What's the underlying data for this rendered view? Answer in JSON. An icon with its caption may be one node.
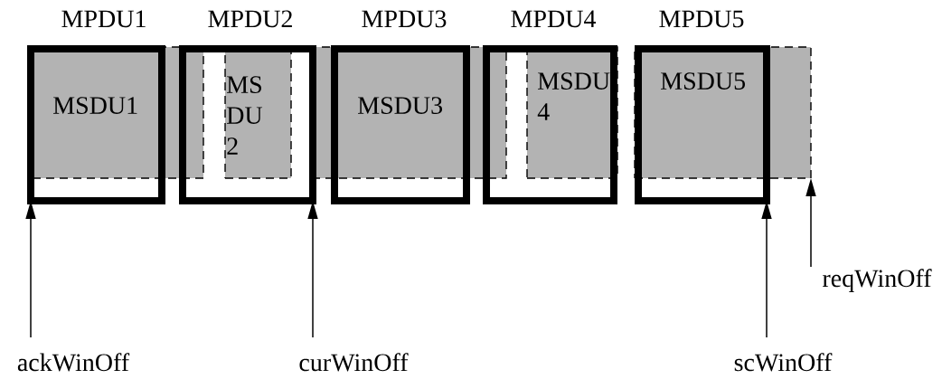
{
  "diagram": {
    "nodes": [
      {
        "text": [
          "MPDU1",
          "MSDU1"
        ]
      },
      {
        "text": [
          "MPDU2"
        ]
      },
      {
        "text": [
          "MPDU3",
          "MSDU3"
        ]
      },
      {
        "text": [
          "MPDU4"
        ]
      },
      {
        "text": [
          "MPDU5",
          "MSDU5"
        ]
      },
      {
        "text": [],
        "shape": "bar"
      },
      {
        "text": [
          "MS DU 2"
        ],
        "in": 1
      },
      {
        "text": [],
        "shape": "bar"
      },
      {
        "text": [
          "MSDU 4"
        ],
        "in": 3
      },
      {
        "text": [],
        "shape": "bar"
      },
      {
        "text": [
          "ackWinOff"
        ]
      },
      {
        "text": [
          "curWinOff"
        ]
      },
      {
        "text": [
          "scWinOff"
        ]
      },
      {
        "text": [
          "reqWinOff"
        ]
      }
    ],
    "edges": [
      {
        "from": 10,
        "to": 0,
        "arrow": "to"
      },
      {
        "from": 11,
        "to": 1,
        "arrow": "to"
      },
      {
        "from": 12,
        "to": 4,
        "arrow": "to"
      },
      {
        "from": 13,
        "to": 9,
        "arrow": "to"
      }
    ]
  }
}
